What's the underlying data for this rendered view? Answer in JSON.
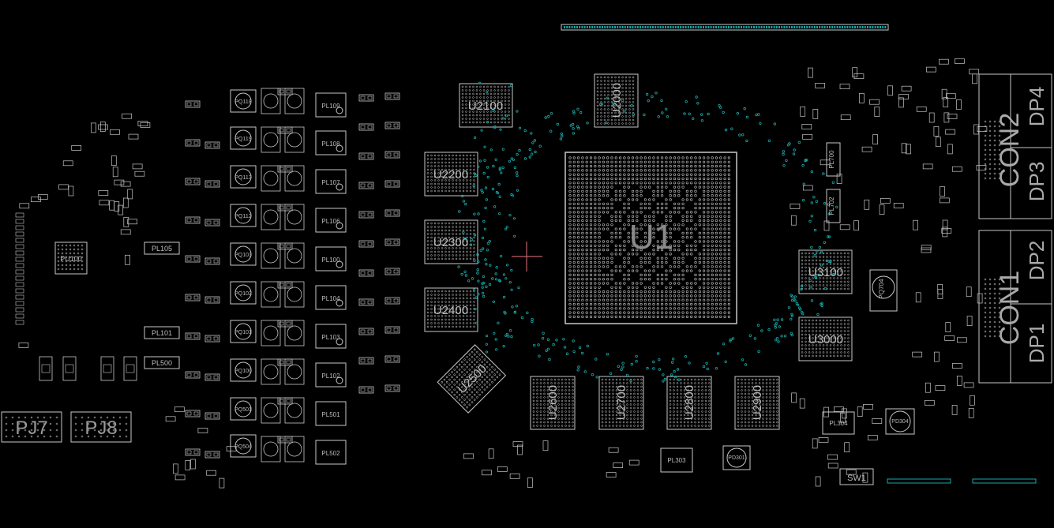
{
  "colors": {
    "background": "#000000",
    "outline": "#c8c8c8",
    "label": "#bbbbbb",
    "via": "#18a8a8",
    "marker": "#c0606a"
  },
  "chips": {
    "main": "U1",
    "u2000": "U2000",
    "u2100": "U2100",
    "u2200": "U2200",
    "u2300": "U2300",
    "u2400": "U2400",
    "u2500": "U2500",
    "u2600": "U2600",
    "u2700": "U2700",
    "u2800": "U2800",
    "u2900": "U2900",
    "u3000": "U3000",
    "u3100": "U3100"
  },
  "connectors": {
    "con1": "CON1",
    "con2": "CON2",
    "dp1": "DP1",
    "dp2": "DP2",
    "dp3": "DP3",
    "dp4": "DP4",
    "pj7": "PJ7",
    "pj8": "PJ8",
    "sw1": "SW1"
  },
  "inductors": {
    "pl100": "PL100",
    "pl101": "PL101",
    "pl102": "PL102",
    "pl103": "PL103",
    "pl104": "PL104",
    "pl105": "PL105",
    "pl106": "PL106",
    "pl107": "PL107",
    "pl108": "PL108",
    "pl109": "PL109",
    "pl303": "PL303",
    "pl304": "PL304",
    "pl500": "PL500",
    "pl501": "PL501",
    "pl502": "PL502",
    "pl700": "PL700",
    "pl702": "PL702"
  },
  "mosfets": {
    "pq100": "PQ100",
    "pq101": "PQ101",
    "pq102": "PQ102",
    "pq103": "PQ103",
    "pq112": "PQ112",
    "pq113": "PQ113",
    "pq118": "PQ118",
    "pq119": "PQ119",
    "pq501": "PQ501",
    "pq504": "PQ504"
  },
  "other_parts": {
    "pu100": "PU100",
    "pq704": "PQ704",
    "pd301": "PD301",
    "pd304": "PD304"
  }
}
